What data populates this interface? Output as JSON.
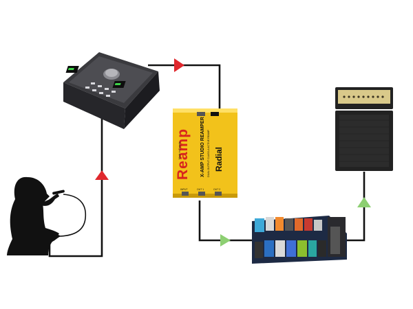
{
  "colors": {
    "cable": "#111111",
    "arrow_out": "#e0282d",
    "arrow_return": "#8dcf72",
    "reamp_body": "#f2c21b",
    "reamp_accent": "#d8251d",
    "interface_body": "#3a3a3e",
    "amp_body": "#222222",
    "pedalboard": "#1d2a44",
    "singer": "#111111"
  },
  "reamp": {
    "brand": "Reamp",
    "model": "X-AMP STUDIO REAMPER",
    "subtitle": "DUAL OUTPUT CLASS-A ACTIVE REAMP",
    "maker": "Radial",
    "side_label": "Made in Canada",
    "input_label": "INPUT",
    "out1_label": "OUT 1",
    "out2_label": "OUT 2"
  },
  "icons": [
    "audio-interface-icon",
    "reamp-box-icon",
    "guitar-amp-icon",
    "pedalboard-icon",
    "singer-icon"
  ]
}
